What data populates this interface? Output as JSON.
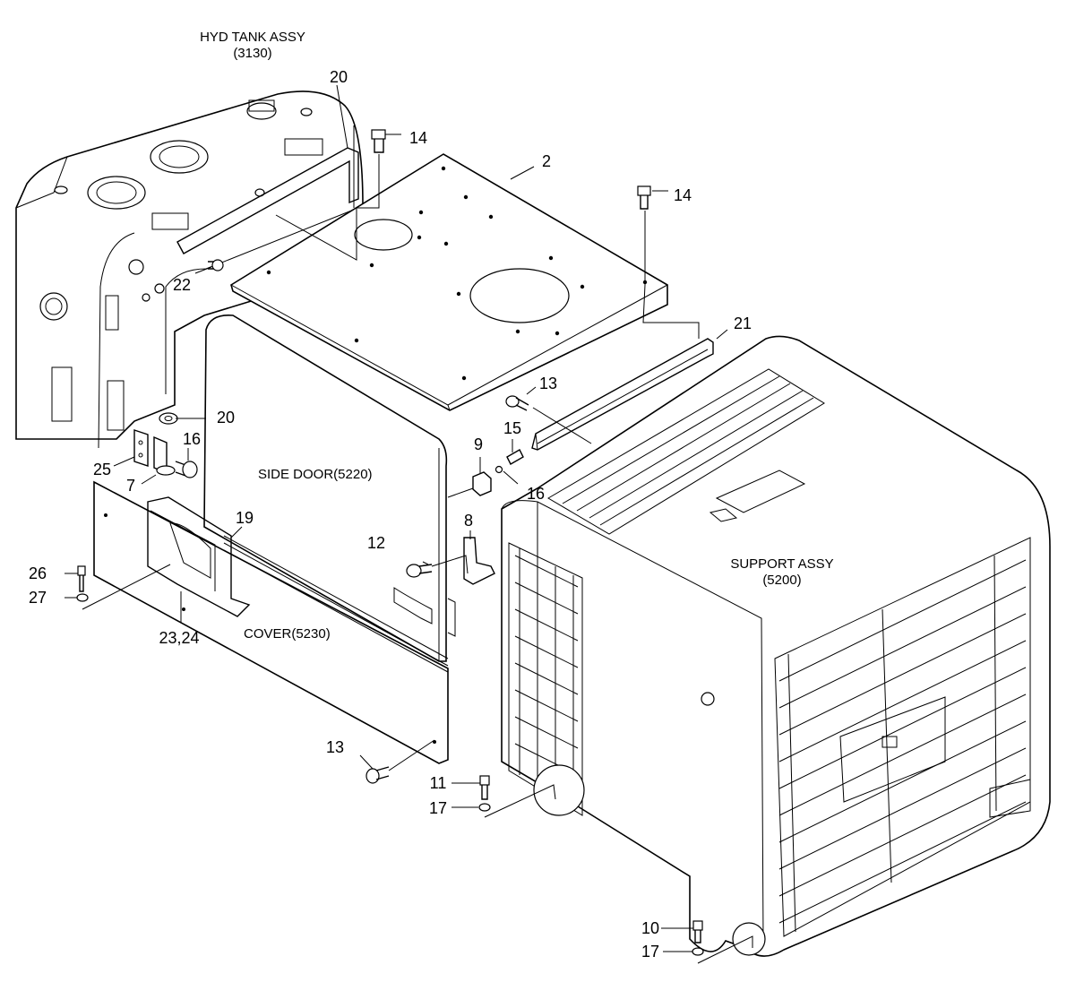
{
  "labels": {
    "hyd_tank_title": "HYD TANK ASSY",
    "hyd_tank_code": "(3130)",
    "side_door": "SIDE DOOR(5220)",
    "cover": "COVER(5230)",
    "support_title": "SUPPORT ASSY",
    "support_code": "(5200)"
  },
  "callouts": {
    "c20_top": "20",
    "c14_left": "14",
    "c2": "2",
    "c14_right": "14",
    "c22": "22",
    "c21": "21",
    "c13_top": "13",
    "c20_mid": "20",
    "c16_left": "16",
    "c25": "25",
    "c7": "7",
    "c9": "9",
    "c15": "15",
    "c16_right": "16",
    "c19": "19",
    "c8": "8",
    "c12": "12",
    "c26": "26",
    "c27": "27",
    "c2324": "23,24",
    "c13_bottom": "13",
    "c11": "11",
    "c17_mid": "17",
    "c10": "10",
    "c17_bottom": "17"
  }
}
